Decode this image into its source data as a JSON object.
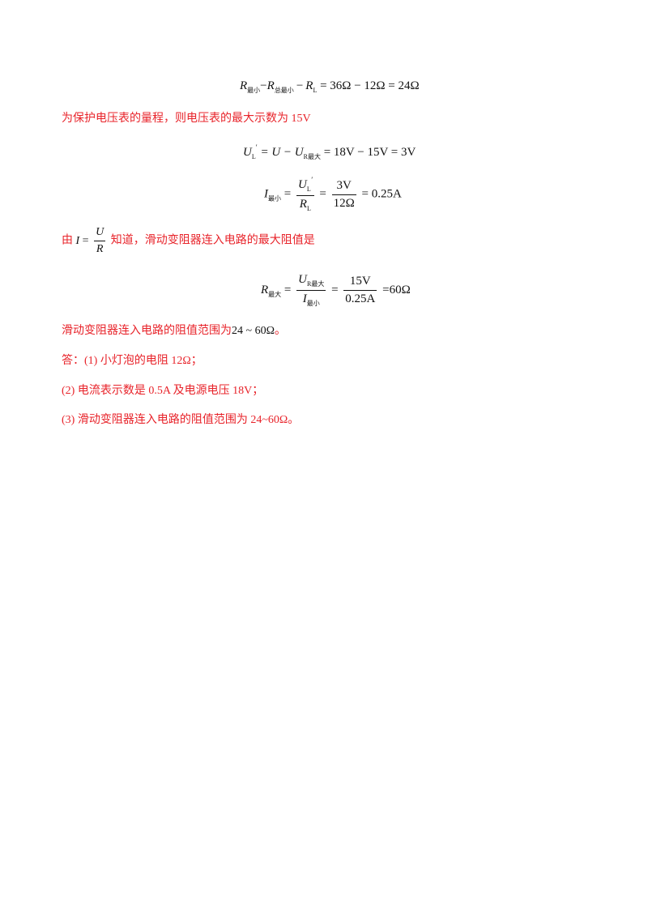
{
  "eq1": {
    "r": "R",
    "r_sub": "最小",
    "dash": "−",
    "r2": "R",
    "r2_sub": "总最小",
    "minus": "−",
    "r3": "R",
    "r3_sub": "L",
    "rhs": "= 36Ω − 12Ω = 24Ω"
  },
  "text1": "为保护电压表的量程，则电压表的最大示数为 15V",
  "eq2": {
    "u": "U",
    "u_sub": "L",
    "u_sup": "′",
    "eq": "= U − U",
    "u2_sub": "R最大",
    "rhs": "= 18V − 15V = 3V"
  },
  "eq3": {
    "i": "I",
    "i_sub": "最小",
    "eq": "=",
    "num_u": "U",
    "num_sub": "L",
    "num_sup": "′",
    "den_r": "R",
    "den_sub": "L",
    "eq2": "=",
    "num2": "3V",
    "den2": "12Ω",
    "rhs": "= 0.25A"
  },
  "text2": {
    "pre": "由",
    "formula_i": "I",
    "formula_eq": "=",
    "formula_num": "U",
    "formula_den": "R",
    "post": "知道，滑动变阻器连入电路的最大阻值是"
  },
  "eq4": {
    "r": "R",
    "r_sub": "最大",
    "eq": "=",
    "num_u": "U",
    "num_sub": "R最大",
    "den_i": "I",
    "den_sub": "最小",
    "eq2": "=",
    "num2": "15V",
    "den2": "0.25A",
    "rhs": "=60Ω"
  },
  "text3": {
    "pre": "滑动变阻器连入电路的阻值范围为",
    "range": "24 ~ 60Ω",
    "post": "。"
  },
  "answer1": "答：(1)  小灯泡的电阻 12Ω；",
  "answer2": "(2)  电流表示数是 0.5A 及电源电压 18V；",
  "answer3": "(3)  滑动变阻器连入电路的阻值范围为 24~60Ω。"
}
